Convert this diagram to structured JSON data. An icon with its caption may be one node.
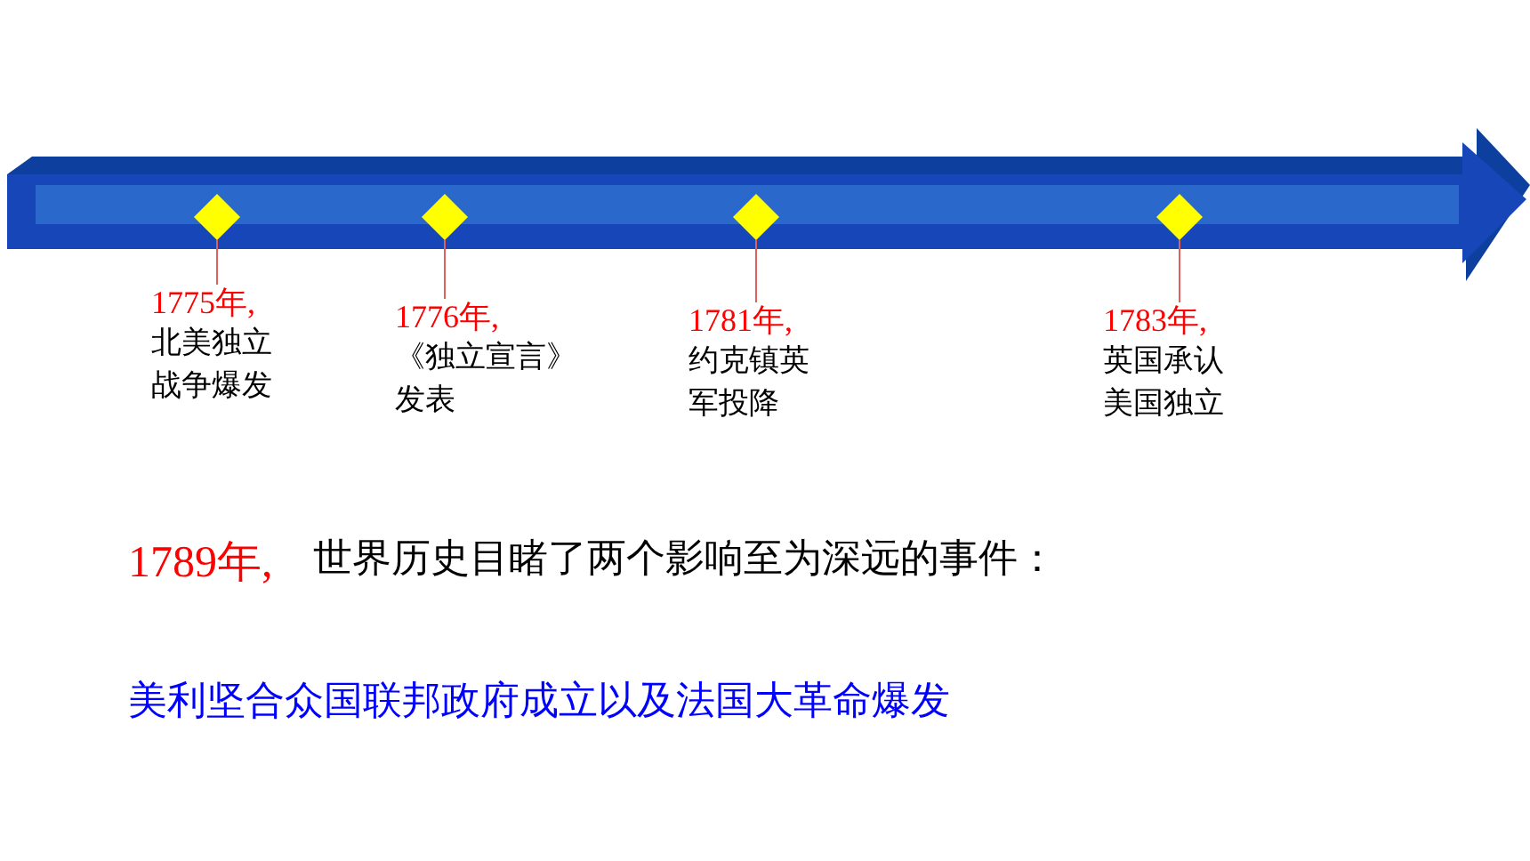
{
  "diagram": {
    "nodes": [
      {
        "text": [],
        "shape": "diamond"
      },
      {
        "text": [],
        "shape": "diamond"
      },
      {
        "text": [],
        "shape": "diamond"
      },
      {
        "text": [],
        "shape": "diamond"
      },
      {
        "text": [
          "1775年,",
          "北美独立战争爆发"
        ]
      },
      {
        "text": [
          "1776年,",
          "《独立宣言》发表"
        ]
      },
      {
        "text": [
          "1781年,",
          "约克镇英军投降"
        ]
      },
      {
        "text": [
          "1783年,",
          "英国承认美国独立"
        ]
      }
    ],
    "edges": [
      {
        "from": 4,
        "to": 0,
        "arrow": "none",
        "color": "#e06060"
      },
      {
        "from": 5,
        "to": 1,
        "arrow": "none",
        "color": "#e06060"
      },
      {
        "from": 6,
        "to": 2,
        "arrow": "none",
        "color": "#e06060"
      },
      {
        "from": 7,
        "to": 3,
        "arrow": "none",
        "color": "#e06060"
      }
    ],
    "labels": [
      "1789年,",
      "世界历史目睹了两个影响至为深远的事件：",
      "美利坚合众国联邦政府成立以及法国大革命爆发"
    ]
  }
}
